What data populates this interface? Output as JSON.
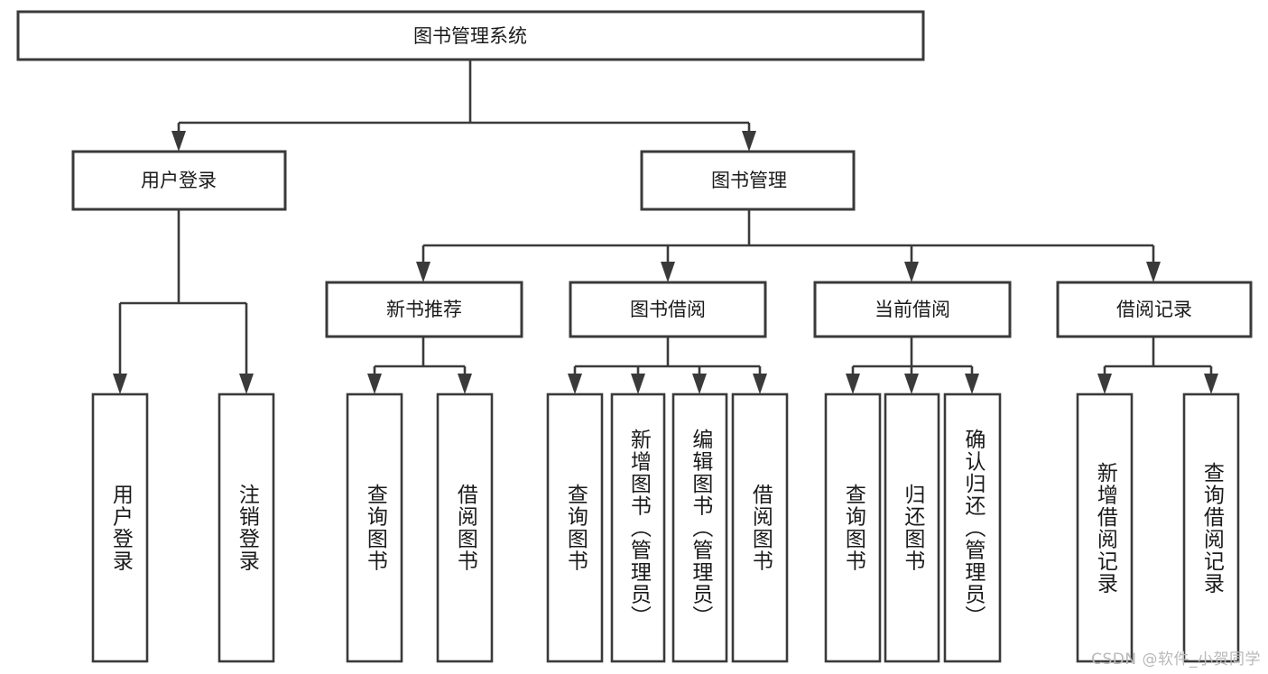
{
  "diagram": {
    "title": "图书管理系统",
    "type": "tree-hierarchy-chart",
    "root": {
      "id": "root",
      "label": "图书管理系统"
    },
    "level2": [
      {
        "id": "user-login",
        "label": "用户登录"
      },
      {
        "id": "book-manage",
        "label": "图书管理"
      }
    ],
    "level3": [
      {
        "id": "new-book-recommend",
        "label": "新书推荐",
        "parent": "book-manage"
      },
      {
        "id": "book-borrow",
        "label": "图书借阅",
        "parent": "book-manage"
      },
      {
        "id": "current-borrow",
        "label": "当前借阅",
        "parent": "book-manage"
      },
      {
        "id": "borrow-record",
        "label": "借阅记录",
        "parent": "book-manage"
      }
    ],
    "leaves": [
      {
        "id": "leaf-user-login",
        "label": "用户登录",
        "parent": "user-login"
      },
      {
        "id": "leaf-user-logout",
        "label": "注销登录",
        "parent": "user-login"
      },
      {
        "id": "leaf-query-book-1",
        "label": "查询图书",
        "parent": "new-book-recommend"
      },
      {
        "id": "leaf-borrow-book-1",
        "label": "借阅图书",
        "parent": "new-book-recommend"
      },
      {
        "id": "leaf-query-book-2",
        "label": "查询图书",
        "parent": "book-borrow"
      },
      {
        "id": "leaf-add-book",
        "label": "新增图书（管理员）",
        "parent": "book-borrow"
      },
      {
        "id": "leaf-edit-book",
        "label": "编辑图书（管理员）",
        "parent": "book-borrow"
      },
      {
        "id": "leaf-borrow-book-2",
        "label": "借阅图书",
        "parent": "book-borrow"
      },
      {
        "id": "leaf-query-book-3",
        "label": "查询图书",
        "parent": "current-borrow"
      },
      {
        "id": "leaf-return-book",
        "label": "归还图书",
        "parent": "current-borrow"
      },
      {
        "id": "leaf-confirm-return",
        "label": "确认归还（管理员）",
        "parent": "current-borrow"
      },
      {
        "id": "leaf-add-record",
        "label": "新增借阅记录",
        "parent": "borrow-record"
      },
      {
        "id": "leaf-query-record",
        "label": "查询借阅记录",
        "parent": "borrow-record"
      }
    ]
  },
  "watermark": {
    "text": "CSDN @软件_小贺同学"
  },
  "colors": {
    "stroke": "#3a3a3a",
    "fill": "#ffffff",
    "text": "#1a1a1a",
    "watermark": "#b9b9b9",
    "background": "#ffffff"
  }
}
